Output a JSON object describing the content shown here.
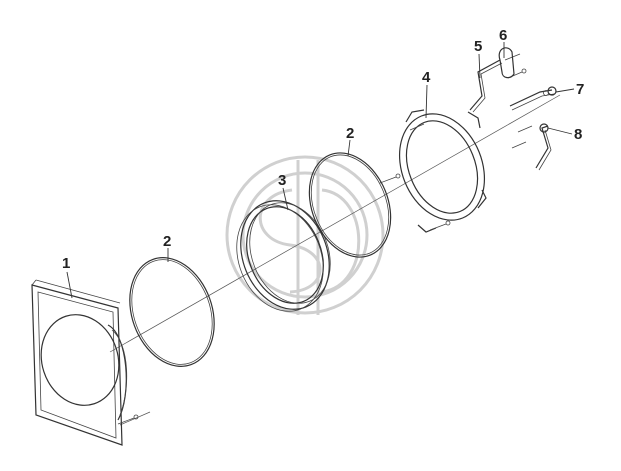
{
  "callouts": [
    {
      "id": "1",
      "label": "1"
    },
    {
      "id": "2a",
      "label": "2"
    },
    {
      "id": "3",
      "label": "3"
    },
    {
      "id": "2b",
      "label": "2"
    },
    {
      "id": "4",
      "label": "4"
    },
    {
      "id": "5",
      "label": "5"
    },
    {
      "id": "6",
      "label": "6"
    },
    {
      "id": "7",
      "label": "7"
    },
    {
      "id": "8",
      "label": "8"
    }
  ],
  "colors": {
    "line": "#333333",
    "watermark": "#d0d0d0",
    "background": "#ffffff"
  }
}
